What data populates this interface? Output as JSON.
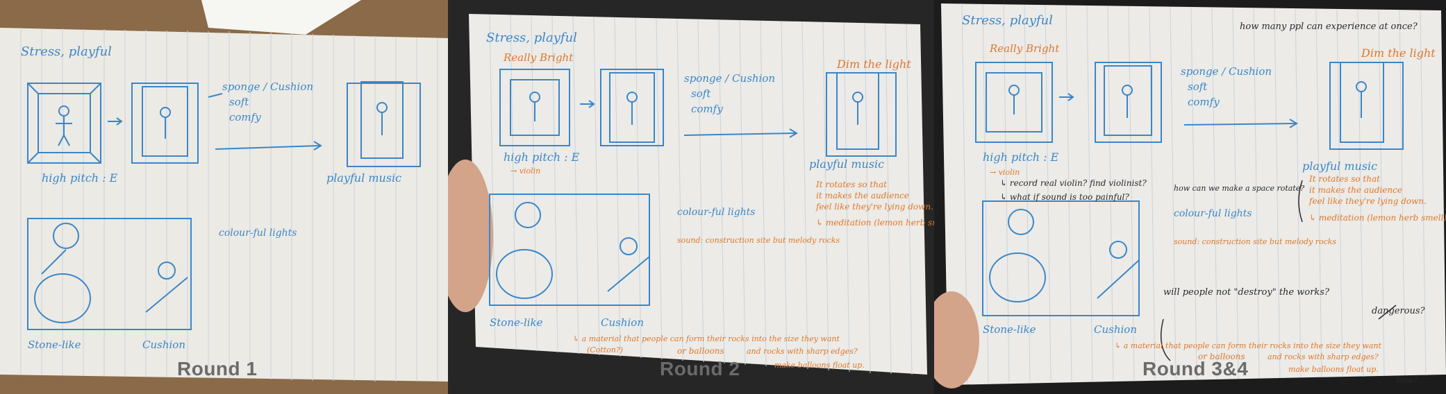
{
  "panels": [
    {
      "label": "Round 1",
      "heading": "Stress, playful",
      "notes_blue": {
        "sponge": "sponge / Cushion",
        "soft": "soft",
        "comfy": "comfy",
        "pitch": "high pitch : E",
        "playful": "playful music",
        "lights": "colour-ful lights",
        "stone": "Stone-like",
        "cushion": "Cushion"
      }
    },
    {
      "label": "Round 2",
      "heading": "Stress, playful",
      "notes_blue": {
        "sponge": "sponge / Cushion",
        "soft": "soft",
        "comfy": "comfy",
        "pitch": "high pitch : E",
        "playful": "playful music",
        "lights": "colour-ful lights",
        "stone": "Stone-like",
        "cushion": "Cushion"
      },
      "notes_orange": {
        "bright": "Really Bright",
        "dim": "Dim the light",
        "violin": "→ violin",
        "rotates1": "It rotates so that",
        "rotates2": "it makes the audience",
        "rotates3": "feel like they're lying down.",
        "meditation": "↳ meditation (lemon herb smell)",
        "sound": "sound: construction site but melody rocks",
        "material1": "↳ a material that people can form their rocks into the size they want",
        "material2": "(Cotton?)",
        "balloons": "or balloons",
        "rocks": "and rocks with sharp edges?",
        "space": "make balloons float up."
      }
    },
    {
      "label": "Round 3&4",
      "heading": "Stress, playful",
      "notes_blue": {
        "sponge": "sponge / Cushion",
        "soft": "soft",
        "comfy": "comfy",
        "pitch": "high pitch : E",
        "playful": "playful music",
        "lights": "colour-ful lights",
        "stone": "Stone-like",
        "cushion": "Cushion"
      },
      "notes_orange": {
        "bright": "Really Bright",
        "dim": "Dim the light",
        "violin": "→ violin",
        "rotates1": "It rotates so that",
        "rotates2": "it makes the audience",
        "rotates3": "feel like they're lying down.",
        "meditation": "↳ meditation (lemon herb smell)",
        "sound": "sound: construction site but melody rocks",
        "material1": "↳ a material that people can form their rocks into the size they want",
        "balloons": "or balloons",
        "rocks": "and rocks with sharp edges?",
        "space": "make balloons float up."
      },
      "notes_black": {
        "howmany": "how many ppl can experience at once?",
        "record": "↳ record real violin? find violinist?",
        "toopainful": "↳ what if sound is too painful?",
        "howmake": "how can we make a space rotate?",
        "destroy": "will people not \"destroy\" the works?",
        "dangerous": "dangerous?",
        "how": "how?"
      }
    }
  ]
}
